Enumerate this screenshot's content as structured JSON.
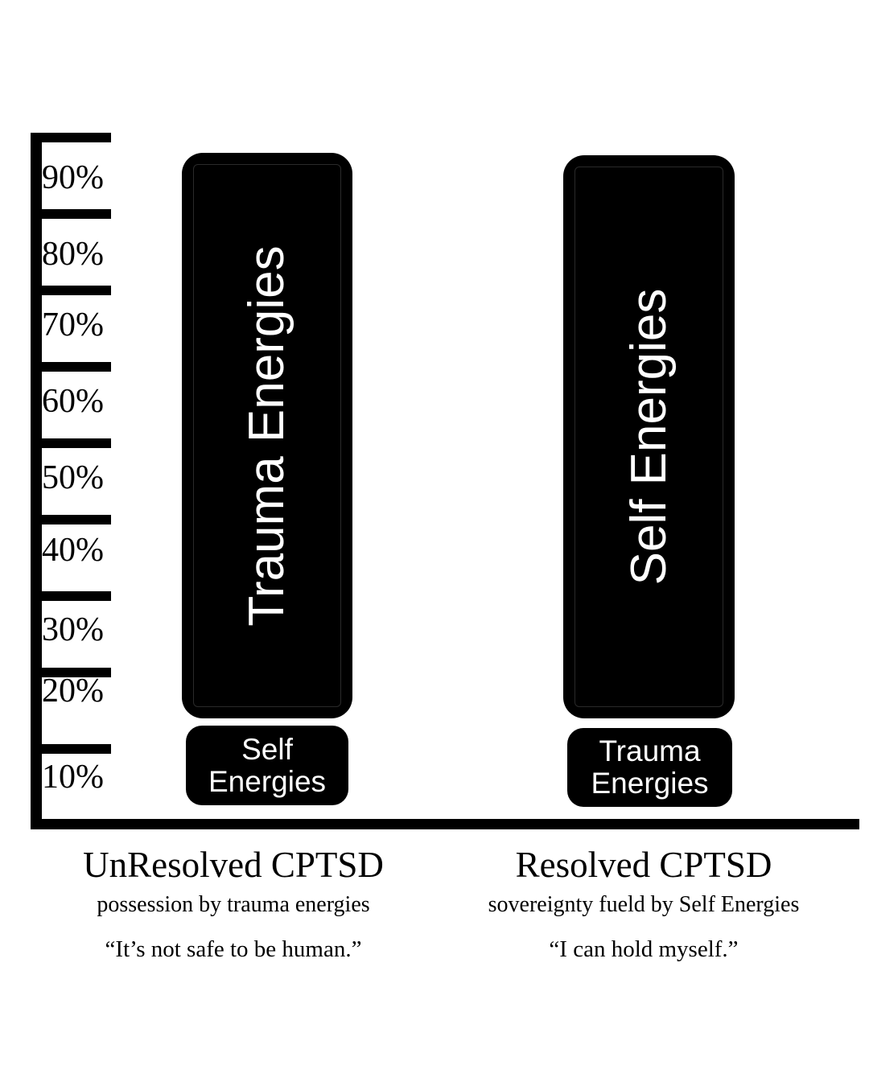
{
  "chart_data": {
    "type": "bar",
    "title": "",
    "subtitle": "",
    "xlabel": "",
    "ylabel": "",
    "ylim": [
      0,
      100
    ],
    "grid": false,
    "legend_position": "none",
    "axis_tick_labels": [
      "90%",
      "80%",
      "70%",
      "60%",
      "50%",
      "40%",
      "30%",
      "20%",
      "10%"
    ],
    "axis_tick_values": [
      90,
      80,
      70,
      60,
      50,
      40,
      30,
      20,
      10
    ],
    "categories": [
      "UnResolved CPTSD",
      "Resolved CPTSD"
    ],
    "series": [
      {
        "name": "Trauma Energies",
        "values": [
          88,
          12
        ],
        "color": "#000000"
      },
      {
        "name": "Self Energies",
        "values": [
          12,
          88
        ],
        "color": "#000000"
      }
    ],
    "columns": [
      {
        "category": "UnResolved CPTSD",
        "bars": [
          {
            "label": "Trauma Energies",
            "value": 88,
            "orientation": "vertical"
          },
          {
            "label": "Self Energies",
            "value": 12,
            "orientation": "horizontal"
          }
        ]
      },
      {
        "category": "Resolved CPTSD",
        "bars": [
          {
            "label": "Self Energies",
            "value": 88,
            "orientation": "vertical"
          },
          {
            "label": "Trauma Energies",
            "value": 12,
            "orientation": "horizontal"
          }
        ]
      }
    ],
    "annotations": [
      "possession by trauma energies",
      "“It’s not safe to be human.”",
      "sovereignty fueld by Self Energies",
      "“I can hold myself.”"
    ]
  },
  "axis": {
    "ticks": [
      {
        "label": "90%"
      },
      {
        "label": "80%"
      },
      {
        "label": "70%"
      },
      {
        "label": "60%"
      },
      {
        "label": "50%"
      },
      {
        "label": "40%"
      },
      {
        "label": "30%"
      },
      {
        "label": "20%"
      },
      {
        "label": "10%"
      }
    ]
  },
  "bars": {
    "left_tall_label": "Trauma Energies",
    "left_short_label": "Self\nEnergies",
    "left_short_line1": "Self",
    "left_short_line2": "Energies",
    "right_tall_label": "Self Energies",
    "right_short_line1": "Trauma",
    "right_short_line2": "Energies"
  },
  "captions": {
    "left": {
      "title": "UnResolved CPTSD",
      "subtitle": "possession by trauma energies",
      "quote": "“It’s not safe to be human.”"
    },
    "right": {
      "title": "Resolved CPTSD",
      "subtitle": "sovereignty fueld by Self Energies",
      "quote": "“I can hold myself.”"
    }
  },
  "colors": {
    "background": "#ffffff",
    "ink": "#000000",
    "bar_fill": "#000000",
    "bar_text": "#ffffff"
  }
}
